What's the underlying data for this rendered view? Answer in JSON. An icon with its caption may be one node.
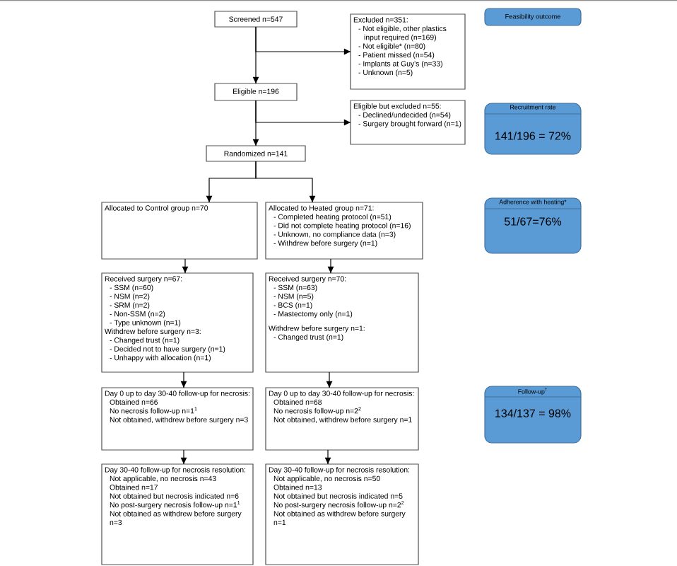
{
  "diagram": {
    "nodes": [
      {
        "text": [
          "Screened n=547"
        ]
      },
      {
        "text": [
          "Excluded n=351:",
          "- Not eligible, other plastics input required (n=169)",
          "- Not eligible* (n=80)",
          "- Patient missed (n=54)",
          "- Implants at Guy's (n=33)",
          "- Unknown (n=5)"
        ]
      },
      {
        "text": [
          "Eligible n=196"
        ]
      },
      {
        "text": [
          "Eligible but excluded n=55:",
          "- Declined/undecided (n=54)",
          "- Surgery brought forward (n=1)"
        ]
      },
      {
        "text": [
          "Randomized n=141"
        ]
      },
      {
        "text": [
          "Allocated to Control group n=70"
        ]
      },
      {
        "text": [
          "Allocated to Heated group n=71:",
          "- Completed heating protocol (n=51)",
          "- Did not complete heating protocol (n=16)",
          "- Unknown, no compliance data (n=3)",
          "- Withdrew before surgery (n=1)"
        ]
      },
      {
        "text": [
          "Received surgery n=67:",
          "- SSM (n=60)",
          "- NSM (n=2)",
          "- SRM (n=2)",
          "- Non-SSM (n=2)",
          "- Type unknown (n=1)",
          "Withdrew before surgery n=3:",
          "- Changed trust (n=1)",
          "- Decided not to have surgery (n=1)",
          "- Unhappy with allocation (n=1)"
        ]
      },
      {
        "text": [
          "Received surgery n=70:",
          "- SSM (n=63)",
          "- NSM (n=5)",
          "- BCS (n=1)",
          "- Mastectomy only (n=1)",
          "Withdrew before surgery n=1:",
          "- Changed trust (n=1)"
        ]
      },
      {
        "text": [
          "Day 0 up to day 30-40 follow-up for necrosis:",
          "Obtained n=66",
          "No necrosis follow-up n=1$^{1}$",
          "Not obtained, withdrew before surgery n=3"
        ]
      },
      {
        "text": [
          "Day 0 up to day 30-40 follow-up for necrosis:",
          "Obtained n=68",
          "No necrosis follow-up n=2$^{2}$",
          "Not obtained, withdrew before surgery n=1"
        ]
      },
      {
        "text": [
          "Day 30-40 follow-up for necrosis resolution:",
          "Not applicable, no necrosis n=43",
          "Obtained n=17",
          "Not obtained but necrosis indicated n=6",
          "No post-surgery necrosis follow-up n=1$^{1}$",
          "Not obtained as withdrew before surgery n=3"
        ]
      },
      {
        "text": [
          "Day 30-40 follow-up for necrosis resolution:",
          "Not applicable, no necrosis n=50",
          "Obtained n=13",
          "Not obtained but necrosis indicated n=5",
          "No post-surgery necrosis follow-up n=2$^{2}$",
          "Not obtained as withdrew before surgery n=1"
        ]
      },
      {
        "text": [
          "Feasibility outcome"
        ]
      },
      {
        "text": [
          "Recruitment rate",
          "141/196 = 72%"
        ]
      },
      {
        "text": [
          "Adherence with heating*",
          "51/67=76%"
        ]
      },
      {
        "text": [
          "Follow-up$^{†}$",
          "134/137 = 98%"
        ]
      }
    ],
    "edges": [
      {
        "from": 0,
        "to": 2,
        "arrow": "to"
      },
      {
        "from": 0,
        "to": 1,
        "arrow": "to"
      },
      {
        "from": 2,
        "to": 4,
        "arrow": "to"
      },
      {
        "from": 2,
        "to": 3,
        "arrow": "to"
      },
      {
        "from": 4,
        "to": 5,
        "arrow": "to"
      },
      {
        "from": 4,
        "to": 6,
        "arrow": "to"
      },
      {
        "from": 5,
        "to": 7,
        "arrow": "to"
      },
      {
        "from": 6,
        "to": 8,
        "arrow": "to"
      },
      {
        "from": 7,
        "to": 9,
        "arrow": "to"
      },
      {
        "from": 8,
        "to": 10,
        "arrow": "to"
      },
      {
        "from": 9,
        "to": 11,
        "arrow": "to"
      },
      {
        "from": 10,
        "to": 12,
        "arrow": "to"
      }
    ]
  }
}
